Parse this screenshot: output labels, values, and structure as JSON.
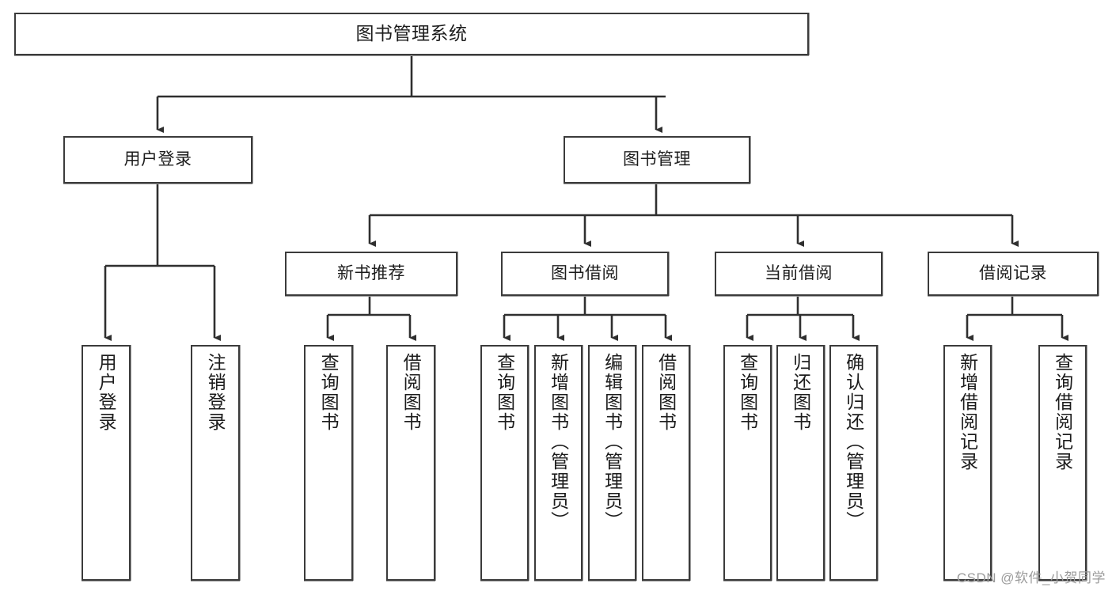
{
  "diagram": {
    "title": "图书管理系统",
    "type": "tree-hierarchy",
    "watermark": "CSDN @软件_小贺同学",
    "colors": {
      "box_border": "#3b3b3b",
      "box_fill": "#ffffff",
      "connector": "#2f2f2f",
      "text": "#1c1c1c",
      "watermark": "#9b9b9b"
    },
    "nodes": {
      "root": {
        "label": "图书管理系统"
      },
      "level2": [
        {
          "label": "用户登录"
        },
        {
          "label": "图书管理"
        }
      ],
      "level3": [
        {
          "label": "新书推荐"
        },
        {
          "label": "图书借阅"
        },
        {
          "label": "当前借阅"
        },
        {
          "label": "借阅记录"
        }
      ],
      "leaves": {
        "user_login": [
          {
            "label": "用户登录"
          },
          {
            "label": "注销登录"
          }
        ],
        "new_book_recommend": [
          {
            "label": "查询图书"
          },
          {
            "label": "借阅图书"
          }
        ],
        "book_borrow": [
          {
            "label": "查询图书"
          },
          {
            "label": "新增图书（管理员）"
          },
          {
            "label": "编辑图书（管理员）"
          },
          {
            "label": "借阅图书"
          }
        ],
        "current_borrow": [
          {
            "label": "查询图书"
          },
          {
            "label": "归还图书"
          },
          {
            "label": "确认归还（管理员）"
          }
        ],
        "borrow_record": [
          {
            "label": "新增借阅记录"
          },
          {
            "label": "查询借阅记录"
          }
        ]
      }
    }
  }
}
